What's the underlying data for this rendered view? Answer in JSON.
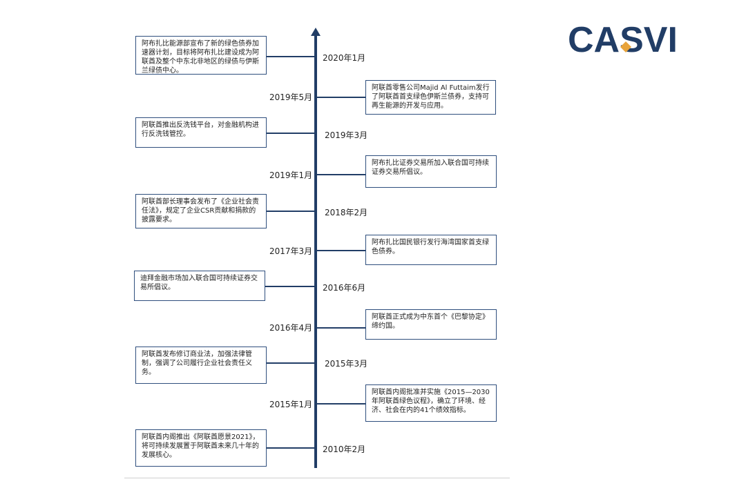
{
  "logo": {
    "text": "CASVI",
    "colors": {
      "primary": "#213d66",
      "accent": "#e8a33a"
    }
  },
  "timeline": {
    "events": [
      {
        "date": "2020年1月",
        "text": "阿布扎比能源部宣布了新的绿色债券加速器计划，目标将阿布扎比建设成为阿联酋及整个中东北非地区的绿债与伊斯兰绿债中心。"
      },
      {
        "date": "2019年5月",
        "text": "阿联酋零售公司Majid Al Futtaim发行了阿联酋首支绿色伊斯兰债券，支持可再生能源的开发与应用。"
      },
      {
        "date": "2019年3月",
        "text": "阿联酋推出反洗钱平台，对金融机构进行反洗钱管控。"
      },
      {
        "date": "2019年1月",
        "text": "阿布扎比证券交易所加入联合国可持续证券交易所倡议。"
      },
      {
        "date": "2018年2月",
        "text": "阿联酋部长理事会发布了《企业社会责任法》，规定了企业CSR贡献和捐款的披露要求。"
      },
      {
        "date": "2017年3月",
        "text": "阿布扎比国民银行发行海湾国家首支绿色债券。"
      },
      {
        "date": "2016年6月",
        "text": "迪拜金融市场加入联合国可持续证券交易所倡议。"
      },
      {
        "date": "2016年4月",
        "text": "阿联酋正式成为中东首个《巴黎协定》缔约国。"
      },
      {
        "date": "2015年3月",
        "text": "阿联酋发布修订商业法，加强法律管制，强调了公司履行企业社会责任义务。"
      },
      {
        "date": "2015年1月",
        "text": "阿联酋内阁批准并实施《2015—2030年阿联酋绿色议程》，确立了环境、经济、社会在内的41个绩效指标。"
      },
      {
        "date": "2010年2月",
        "text": "阿联酋内阁推出《阿联酋愿景2021》，将可持续发展置于阿联酋未来几十年的发展核心。"
      }
    ]
  }
}
